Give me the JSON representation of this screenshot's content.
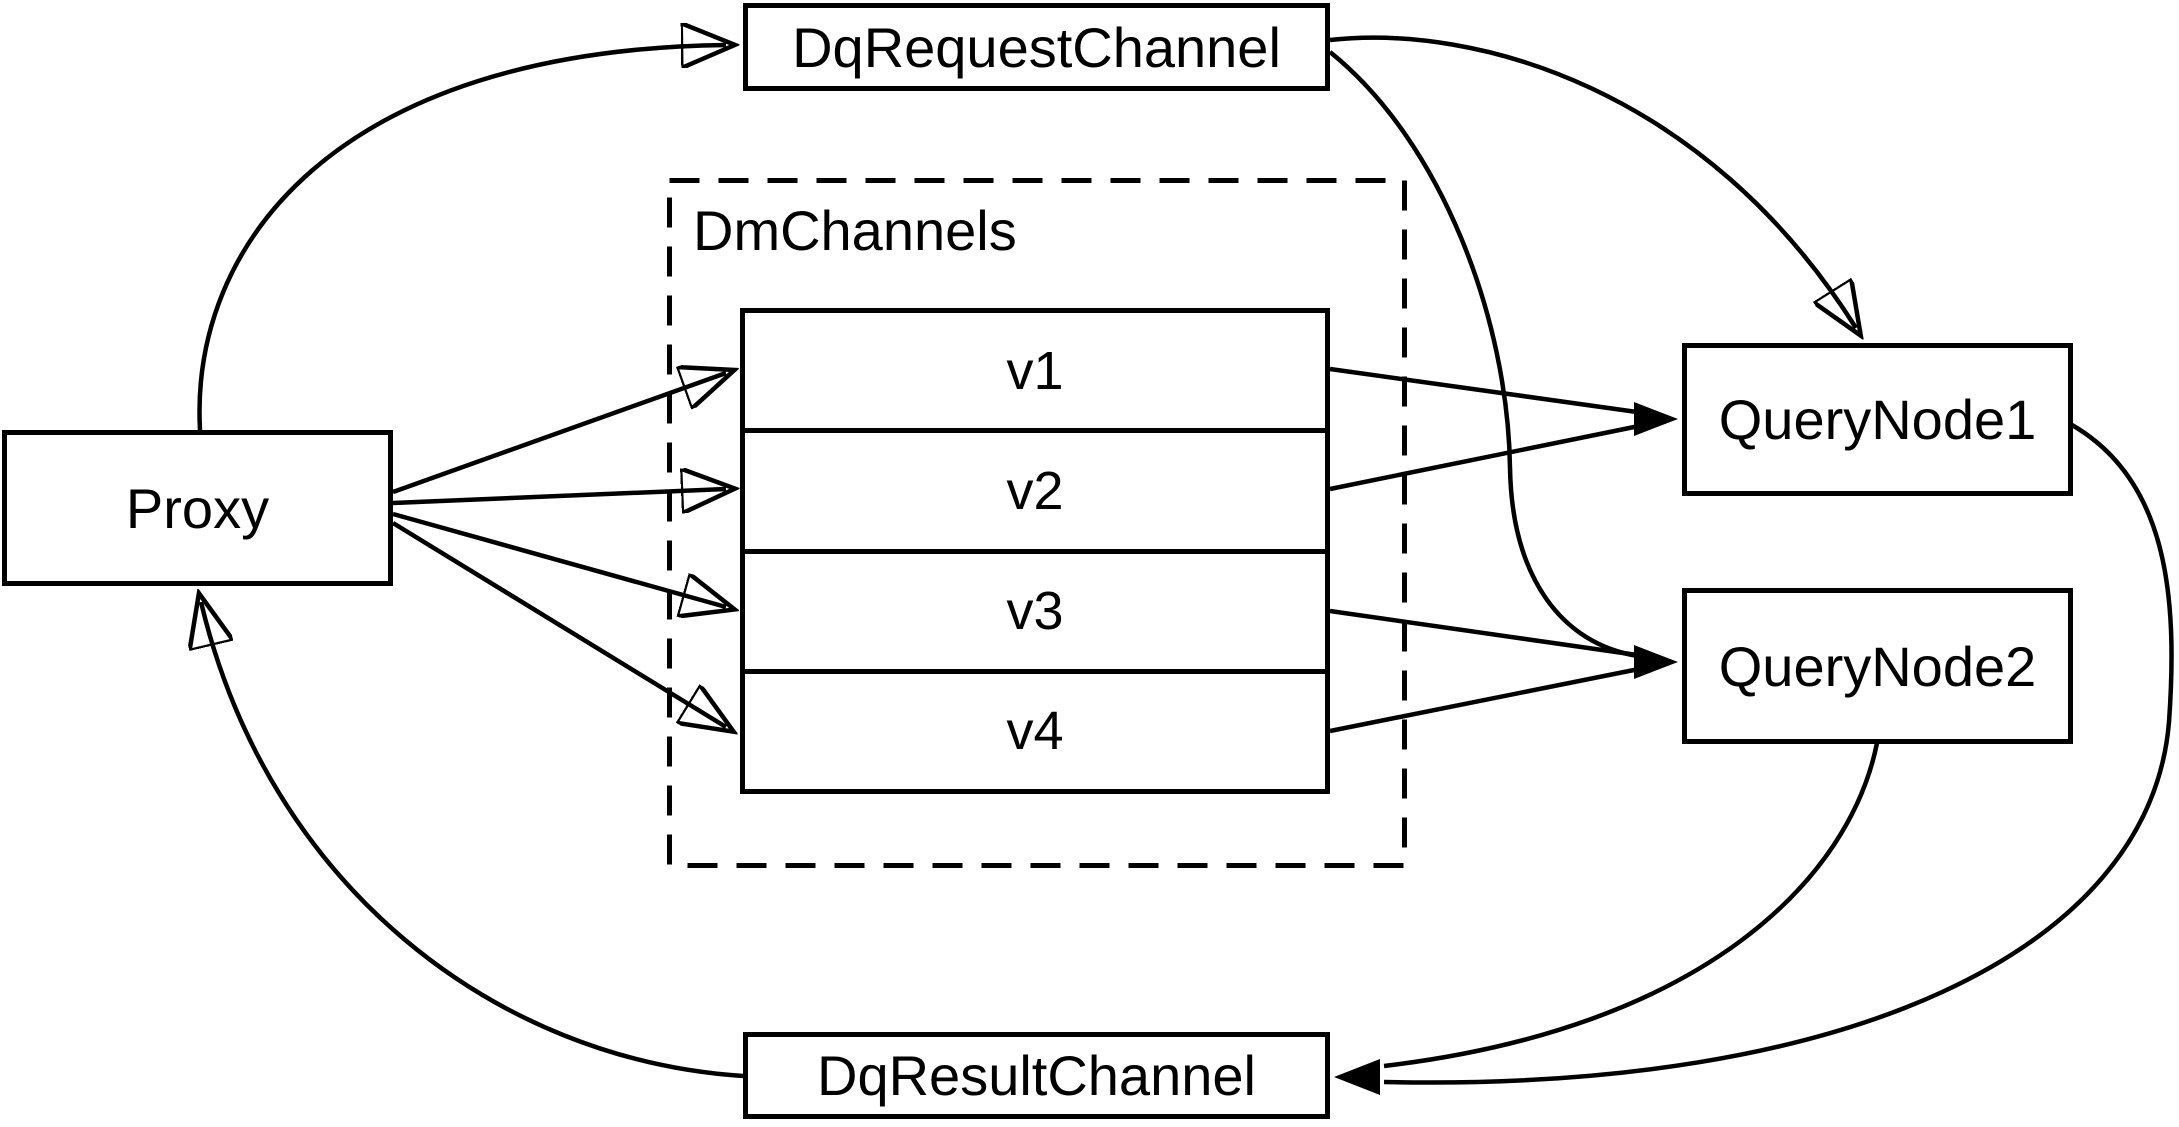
{
  "diagram": {
    "background": "#ffffff",
    "stroke_color": "#000000",
    "nodes": {
      "proxy": {
        "label": "Proxy"
      },
      "dq_request_channel": {
        "label": "DqRequestChannel"
      },
      "dq_result_channel": {
        "label": "DqResultChannel"
      },
      "query_node_1": {
        "label": "QueryNode1"
      },
      "query_node_2": {
        "label": "QueryNode2"
      }
    },
    "dmchannels": {
      "label": "DmChannels",
      "channels": [
        "v1",
        "v2",
        "v3",
        "v4"
      ]
    },
    "edges": [
      {
        "from": "Proxy",
        "to": "DqRequestChannel"
      },
      {
        "from": "DqRequestChannel",
        "to": "QueryNode1"
      },
      {
        "from": "DqRequestChannel",
        "to": "QueryNode2"
      },
      {
        "from": "Proxy",
        "to": "v1"
      },
      {
        "from": "Proxy",
        "to": "v2"
      },
      {
        "from": "Proxy",
        "to": "v3"
      },
      {
        "from": "Proxy",
        "to": "v4"
      },
      {
        "from": "v1",
        "to": "QueryNode1"
      },
      {
        "from": "v2",
        "to": "QueryNode1"
      },
      {
        "from": "v3",
        "to": "QueryNode2"
      },
      {
        "from": "v4",
        "to": "QueryNode2"
      },
      {
        "from": "QueryNode1",
        "to": "DqResultChannel"
      },
      {
        "from": "QueryNode2",
        "to": "DqResultChannel"
      },
      {
        "from": "DqResultChannel",
        "to": "Proxy"
      }
    ]
  }
}
